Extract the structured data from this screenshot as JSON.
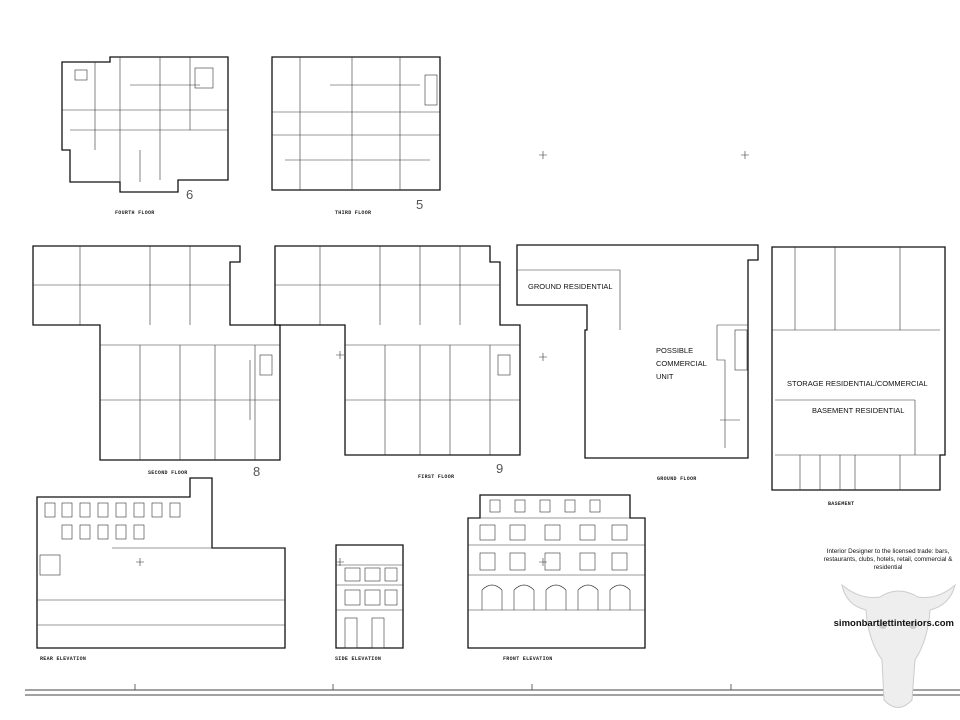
{
  "floors": {
    "fourth": {
      "label": "FOURTH FLOOR",
      "number": "6"
    },
    "third": {
      "label": "THIRD FLOOR",
      "number": "5"
    },
    "second": {
      "label": "SECOND FLOOR",
      "number": "8"
    },
    "first": {
      "label": "FIRST FLOOR",
      "number": "9"
    },
    "ground": {
      "label": "GROUND FLOOR",
      "rooms": [
        "GROUND RESIDENTIAL",
        "POSSIBLE",
        "COMMERCIAL",
        "UNIT"
      ]
    },
    "basement": {
      "label": "BASEMENT",
      "rooms": [
        "STORAGE RESIDENTIAL/COMMERCIAL",
        "BASEMENT RESIDENTIAL"
      ]
    }
  },
  "elevations": {
    "rear": "REAR ELEVATION",
    "side": "SIDE ELEVATION",
    "front": "FRONT ELEVATION"
  },
  "branding": {
    "tagline": "Interior Designer to the licensed trade: bars, restaurants, clubs, hotels, retail, commercial & residential",
    "website": "simonbartlettinteriors.com"
  }
}
